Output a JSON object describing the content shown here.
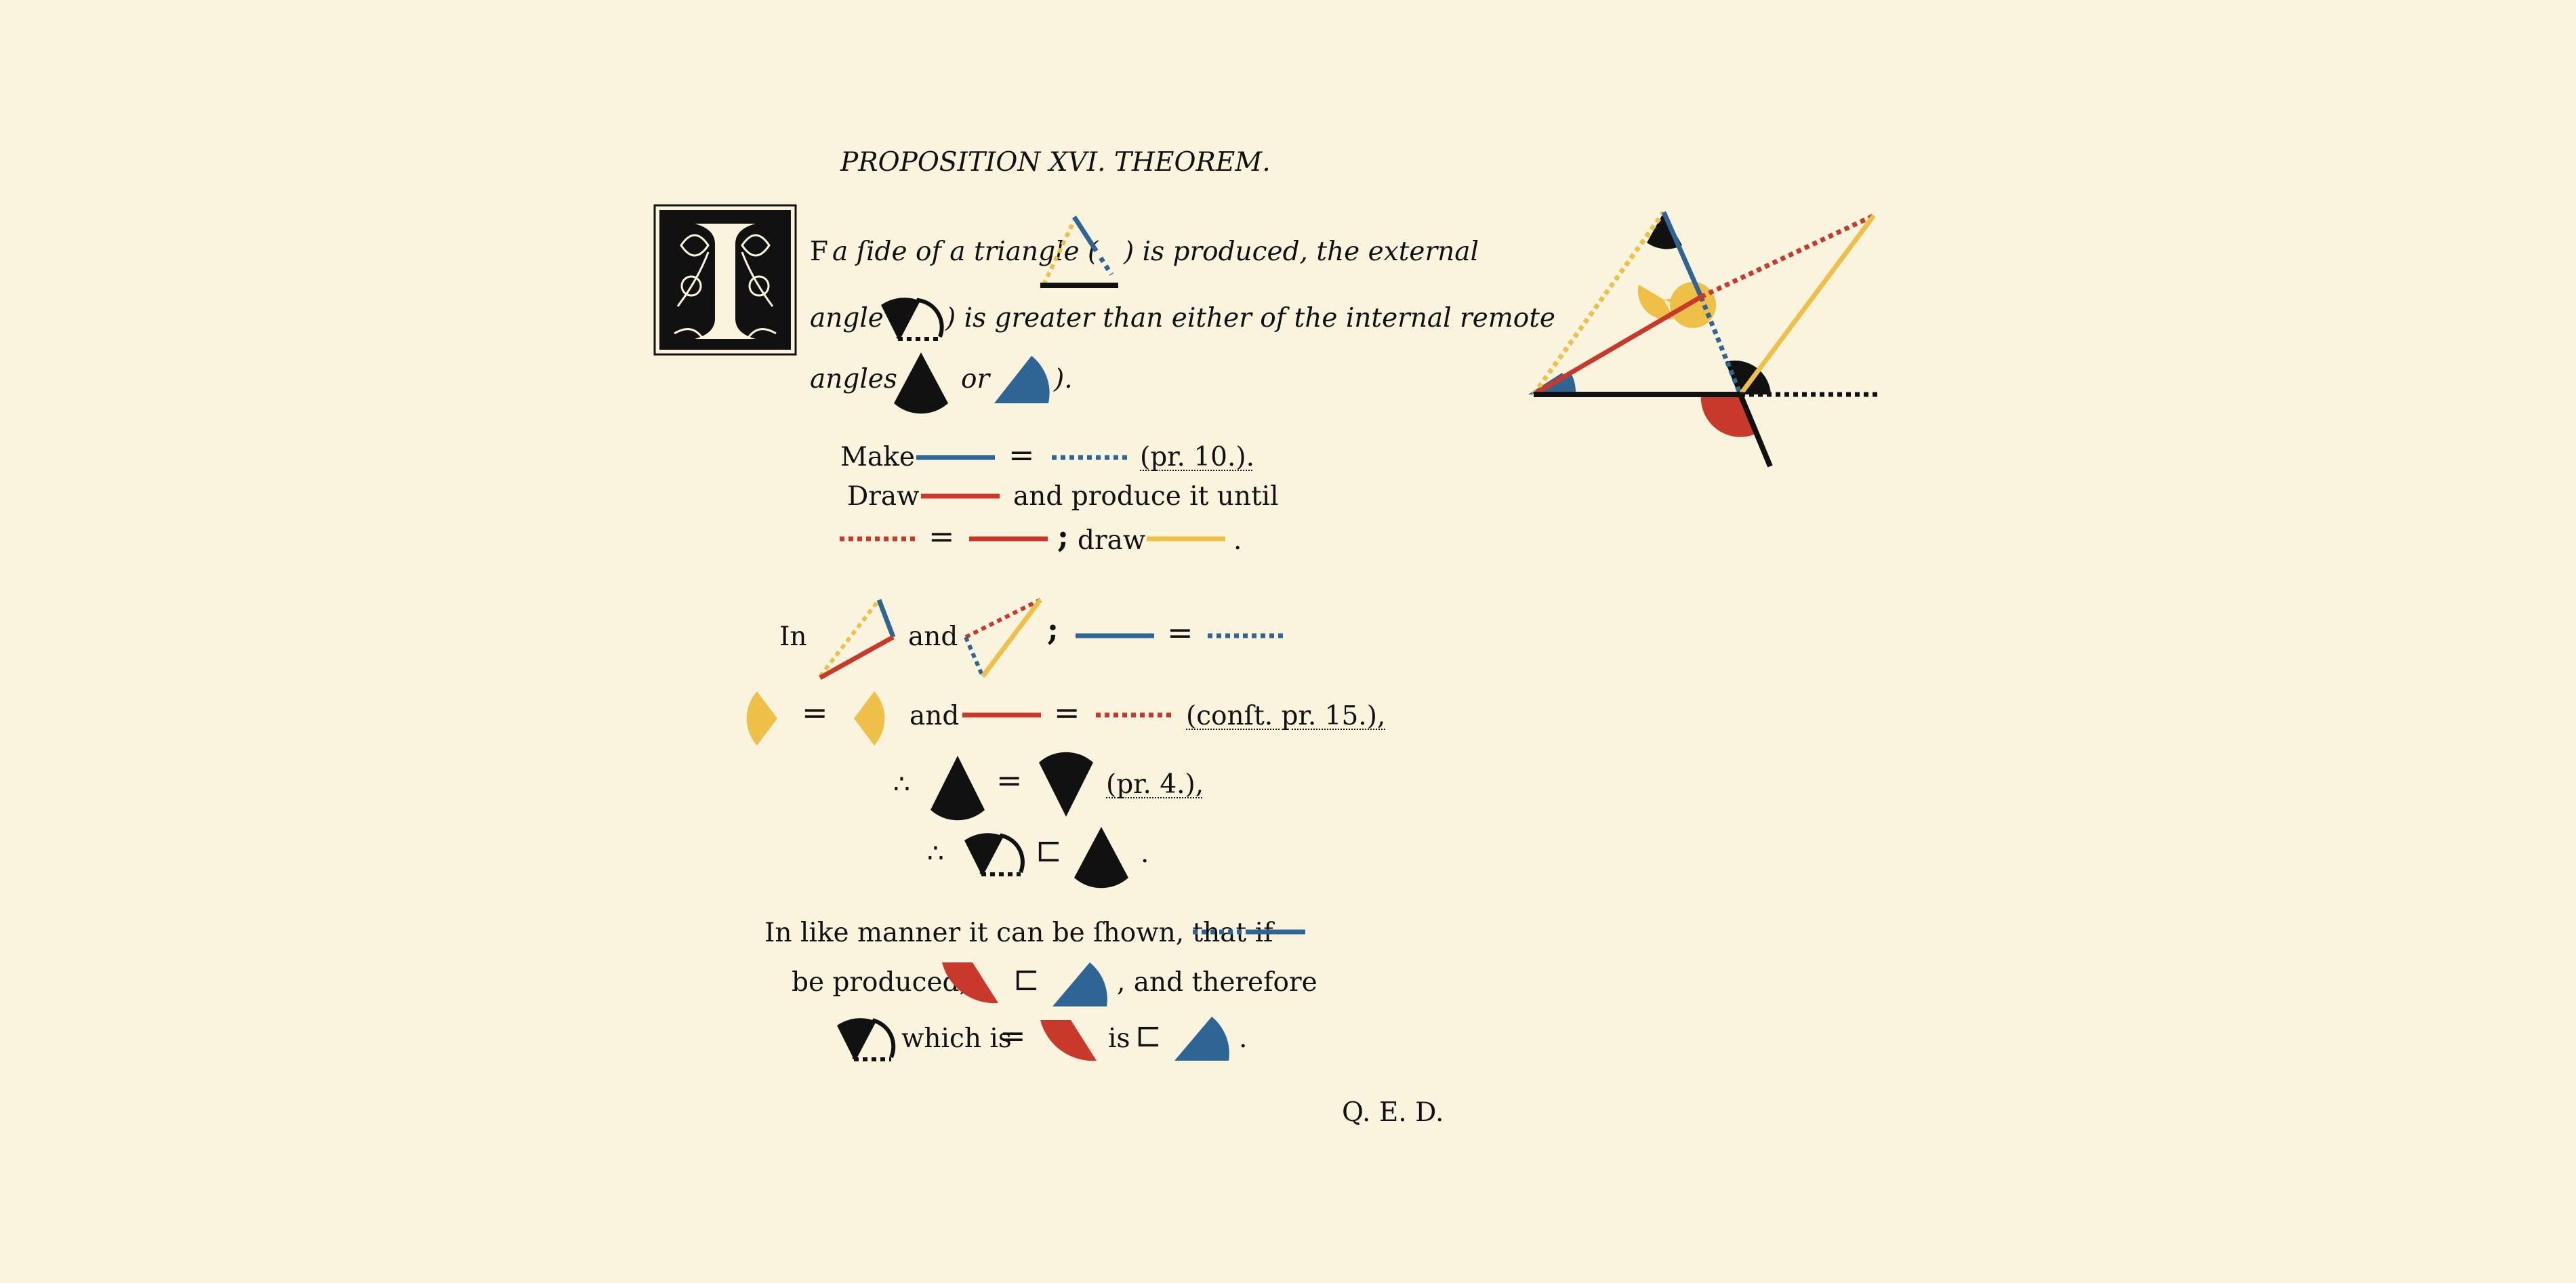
{
  "title": "PROPOSITION XVI. THEOREM.",
  "colors": {
    "background": "#FAF3DD",
    "red": "#C9392B",
    "blue": "#2F6594",
    "yellow": "#EEC048",
    "black": "#111111"
  },
  "drop_cap": {
    "letter": "I",
    "icon": "ornamental-drop-cap-I"
  },
  "enunciation": {
    "f": "F",
    "part1": "a ſide of a triangle (",
    "part2": ") is produced, the external",
    "part3": "angle (",
    "part4": ") is greater than either of the internal remote",
    "part5": "angles (",
    "or": "or",
    "part6": ")."
  },
  "construction": {
    "make": "Make",
    "eq": "=",
    "ref1": "(pr. 10.).",
    "draw": "Draw",
    "produce": "and produce it until",
    "semicolon": ";",
    "draw2": "draw",
    "period": "."
  },
  "proof": {
    "in": "In",
    "and": "and",
    "semicolon": ";",
    "eq": "=",
    "and2": "and",
    "ref_const": "(conſt. pr. 15.),",
    "therefore": "∴",
    "ref4": "(pr. 4.),",
    "greater": "⊏",
    "period": ".",
    "like_manner": "In like manner it can be ſhown, that if",
    "be_produced": "be produced,",
    "and_therefore": ", and therefore",
    "which_is": "which is",
    "is": "is",
    "qed": "Q. E. D."
  }
}
